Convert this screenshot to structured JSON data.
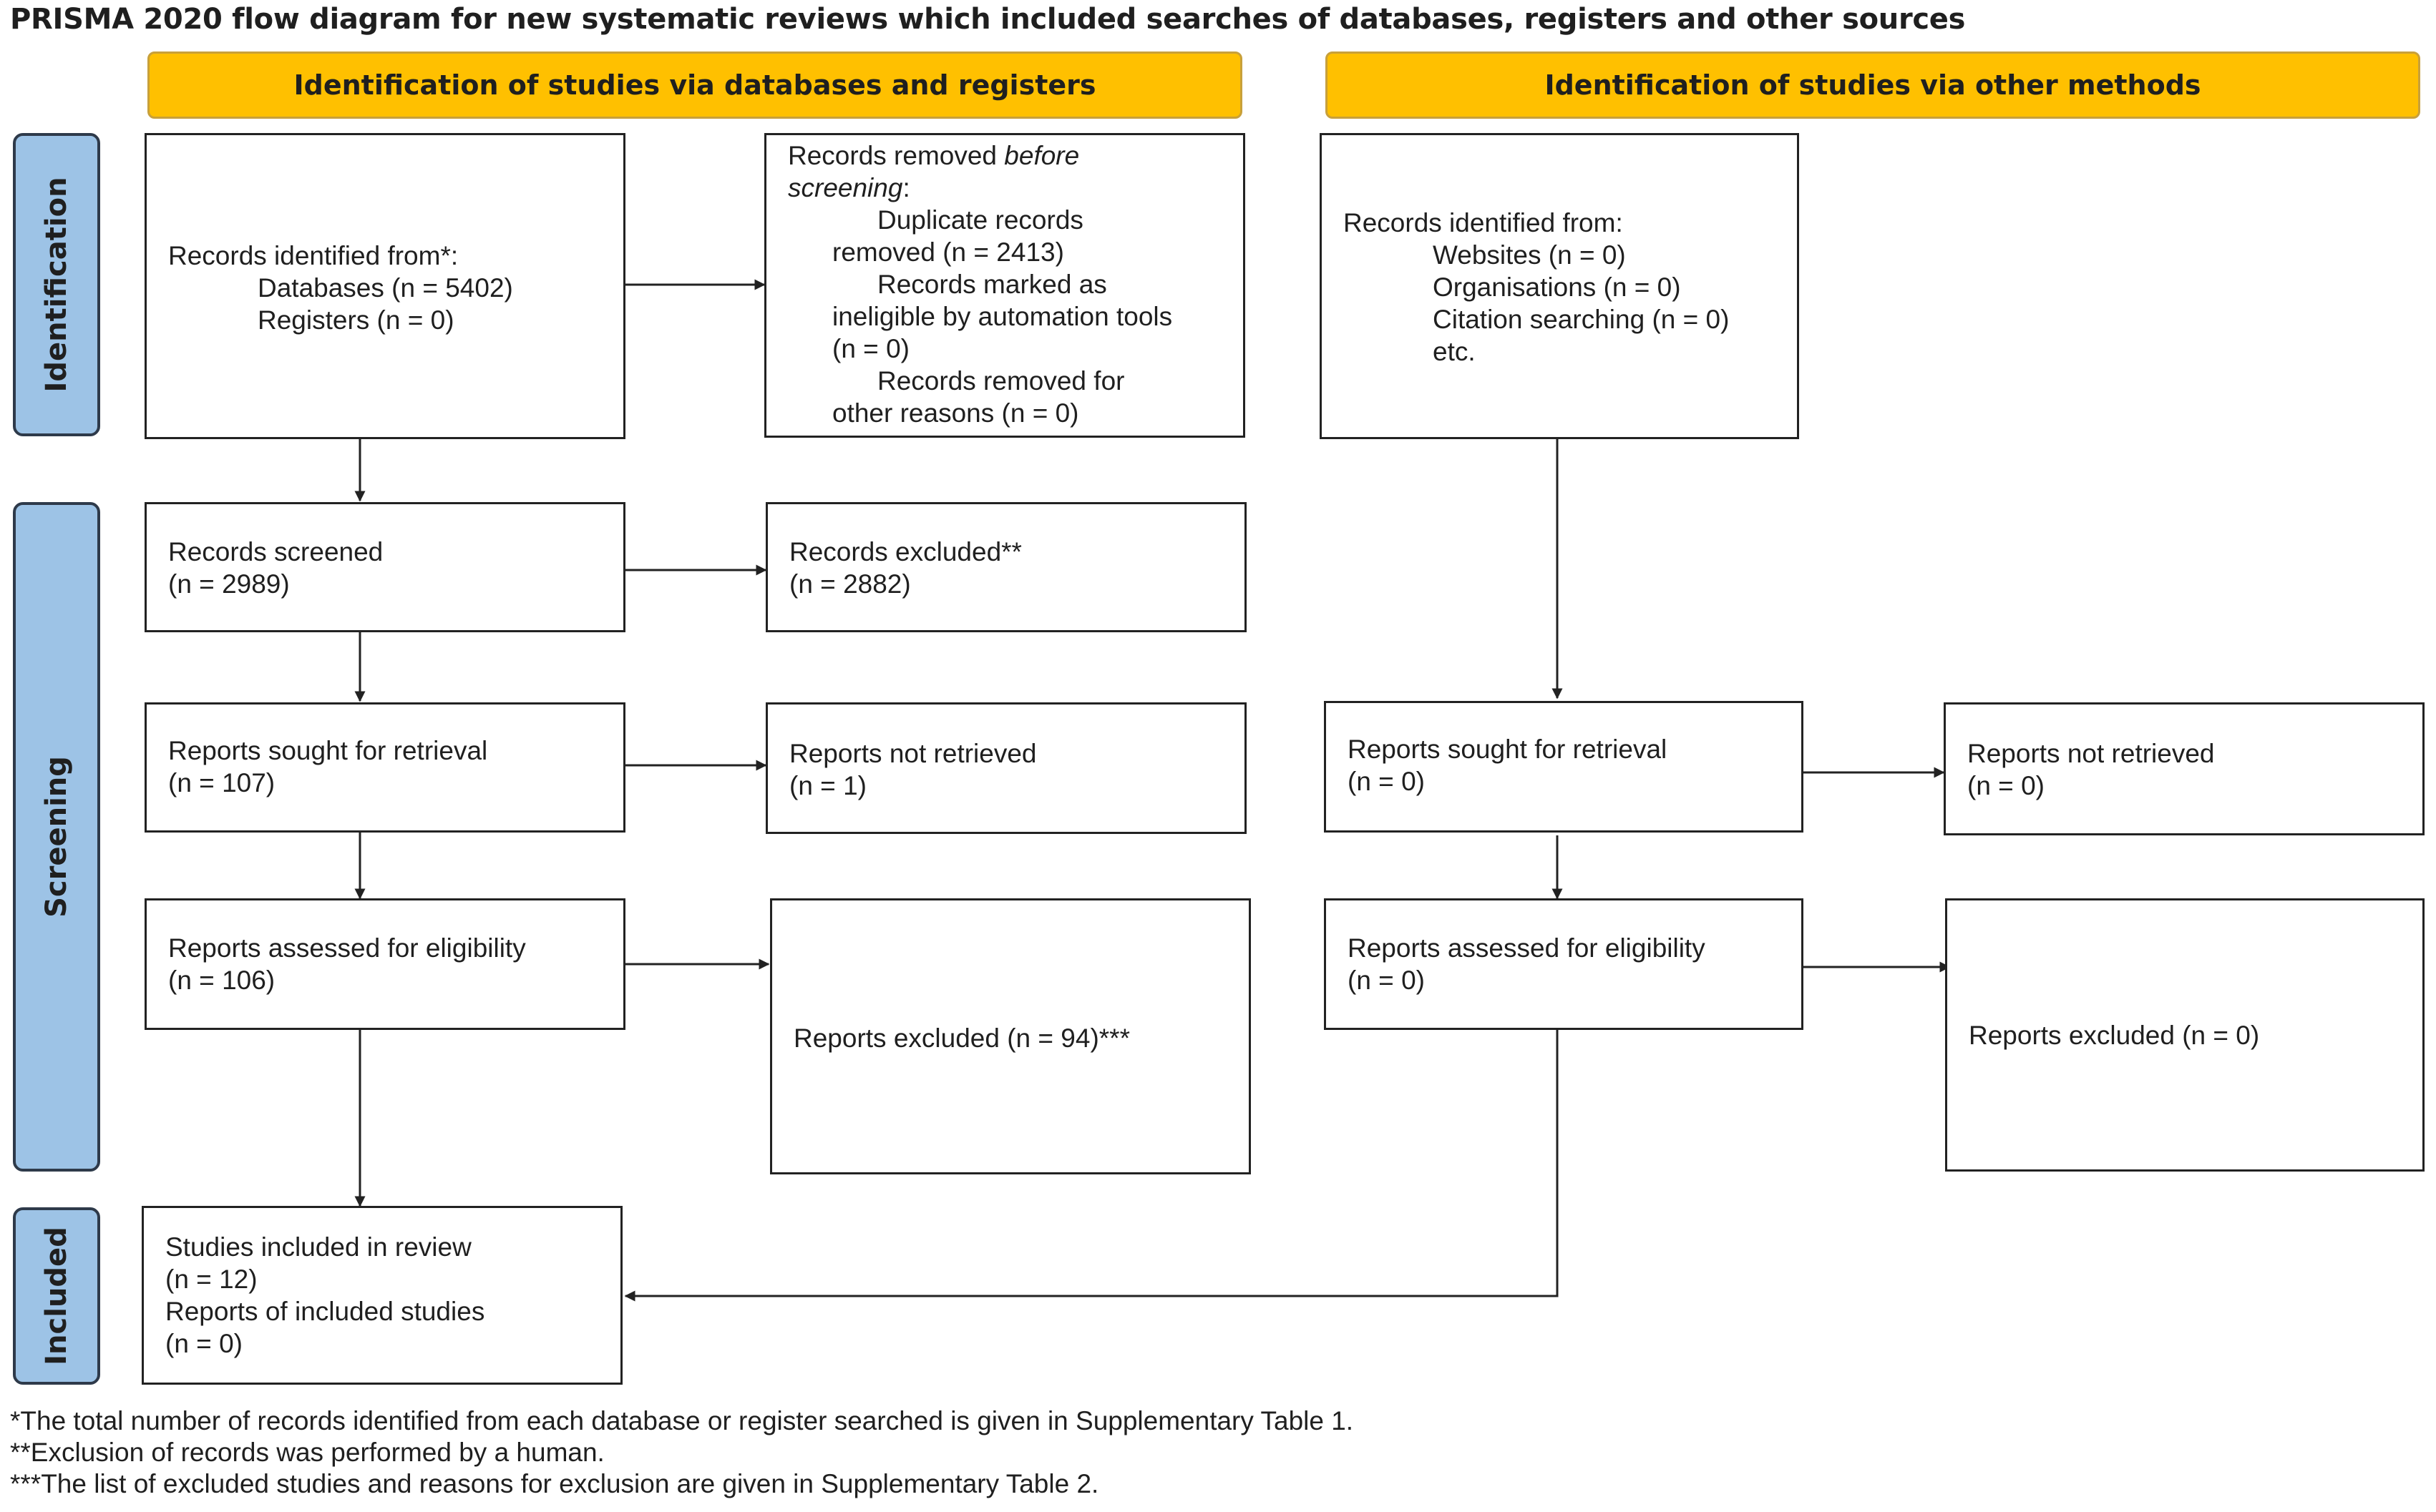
{
  "title": "PRISMA 2020 flow diagram for new systematic reviews which included searches of databases, registers and other sources",
  "headers": {
    "left": "Identification of studies via databases and registers",
    "right": "Identification of studies via other methods"
  },
  "phases": {
    "identification": "Identification",
    "screening": "Screening",
    "included": "Included"
  },
  "db": {
    "identified": {
      "heading": "Records identified from*:",
      "databases": "Databases (n = 5402)",
      "registers": "Registers (n = 0)"
    },
    "removed": {
      "heading_pre": "Records removed ",
      "heading_em1": "before",
      "heading_em2": "screening",
      "heading_post": ":",
      "dup_1": "Duplicate records",
      "dup_2": "removed  (n = 2413)",
      "auto_1": "Records marked as",
      "auto_2": "ineligible by automation tools",
      "auto_3": "(n = 0)",
      "other_1": "Records removed for",
      "other_2": "other reasons (n = 0)"
    },
    "screened": {
      "label": "Records screened",
      "n": "(n = 2989)"
    },
    "excluded": {
      "label": "Records excluded**",
      "n": "(n = 2882)"
    },
    "sought": {
      "label": "Reports sought for retrieval",
      "n": "(n = 107)"
    },
    "not_retrieved": {
      "label": "Reports not retrieved",
      "n": "(n = 1)"
    },
    "assessed": {
      "label": "Reports assessed for eligibility",
      "n": "(n = 106)"
    },
    "reports_excluded": "Reports excluded (n = 94)***",
    "included": {
      "studies": "Studies included in review",
      "studies_n": "(n = 12)",
      "reports": "Reports of included studies",
      "reports_n": "(n = 0)"
    }
  },
  "other": {
    "identified": {
      "heading": "Records identified from:",
      "websites": "Websites (n = 0)",
      "organisations": "Organisations (n = 0)",
      "citation": "Citation searching (n = 0)",
      "etc": "etc."
    },
    "sought": {
      "label": "Reports sought for retrieval",
      "n": "(n = 0)"
    },
    "not_retrieved": {
      "label": "Reports not retrieved",
      "n": "(n = 0)"
    },
    "assessed": {
      "label": "Reports assessed for eligibility",
      "n": "(n = 0)"
    },
    "reports_excluded": "Reports excluded (n = 0)"
  },
  "footnotes": [
    "*The total number of records identified from each database or register searched is given in Supplementary Table 1.",
    "**Exclusion of records was performed by a human.",
    "***The list of excluded studies and reasons for exclusion are given in Supplementary Table 2."
  ]
}
